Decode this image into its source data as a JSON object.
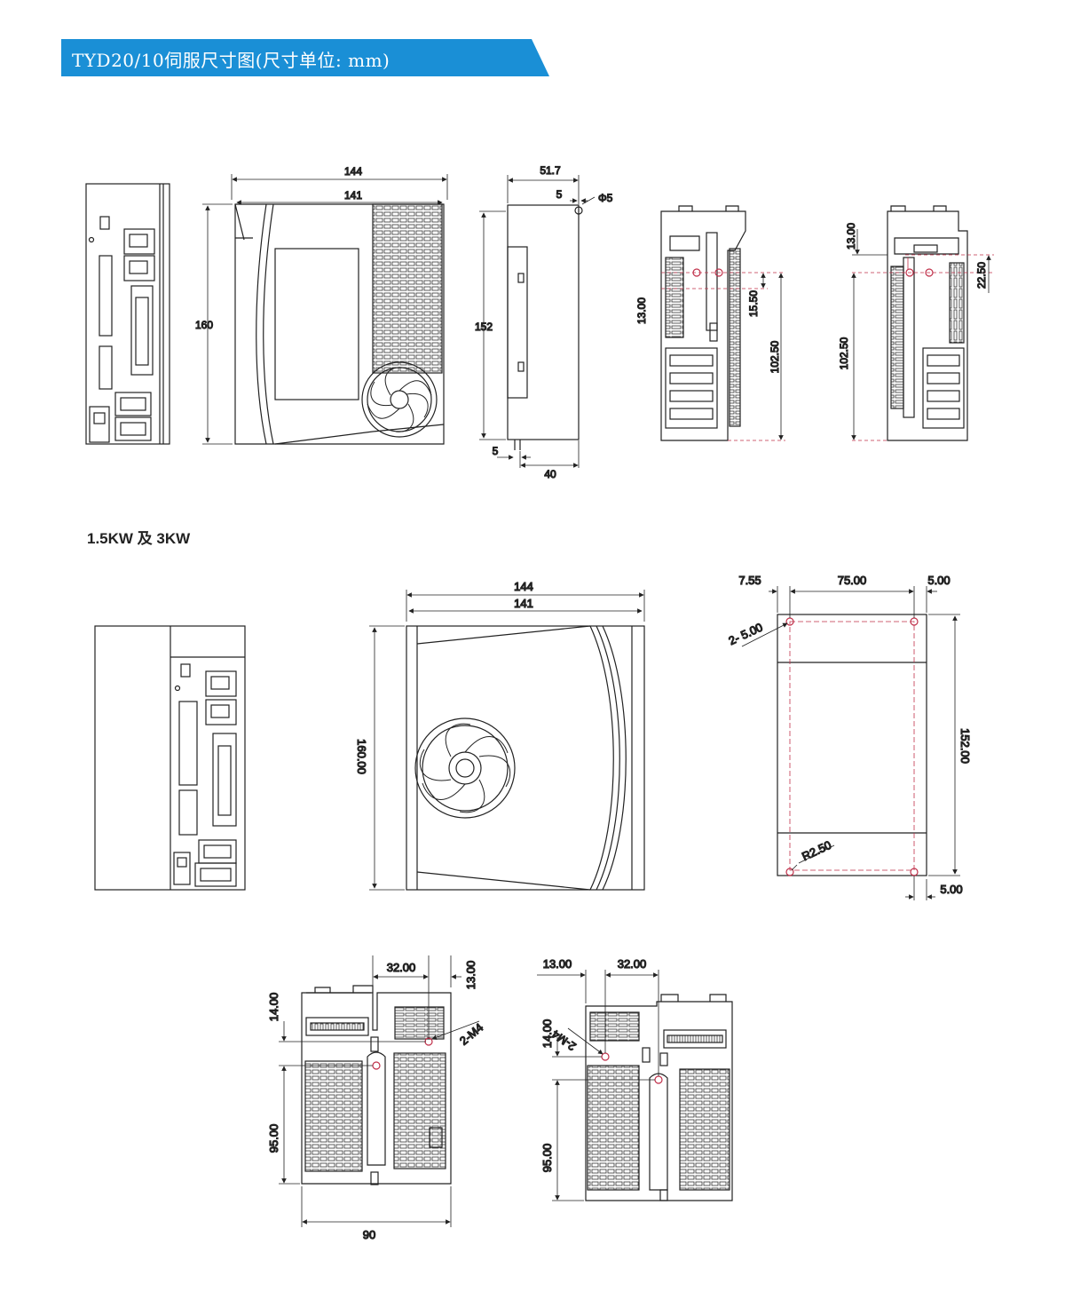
{
  "header": {
    "title": "TYD20/10伺服尺寸图(尺寸单位: mm)",
    "accent_color": "#1a8fd6"
  },
  "section2": {
    "title": "1.5KW 及 3KW"
  },
  "top_dims": {
    "side_width_outer": "144",
    "side_width_inner": "141",
    "side_height": "160",
    "depth_total": "51.7",
    "offset_5_top": "5",
    "hole_dia": "Φ5",
    "depth_height": "152",
    "offset_5_bottom": "5",
    "depth_40": "40",
    "rear_left_13": "13.00",
    "rear_left_1550": "15.50",
    "rear_left_10250": "102.50",
    "rear_right_13": "13.00",
    "rear_right_2250": "22.50",
    "rear_right_10250": "102.50"
  },
  "mid_dims": {
    "width_outer": "144",
    "width_inner": "141",
    "height": "160.00",
    "mount_755": "7.55",
    "mount_7500": "75.00",
    "mount_500_top": "5.00",
    "mount_holes": "2-  5.00",
    "mount_15200": "152.00",
    "mount_r250": "R2.50",
    "mount_500_bottom": "5.00"
  },
  "bottom_dims": {
    "left_3200": "32.00",
    "left_1300": "13.00",
    "left_1400": "14.00",
    "left_2m4": "2-M4",
    "left_9500": "95.00",
    "left_90": "90",
    "right_1300": "13.00",
    "right_3200": "32.00",
    "right_1400": "14.00",
    "right_2m4": "2-M4",
    "right_9500": "95.00"
  }
}
